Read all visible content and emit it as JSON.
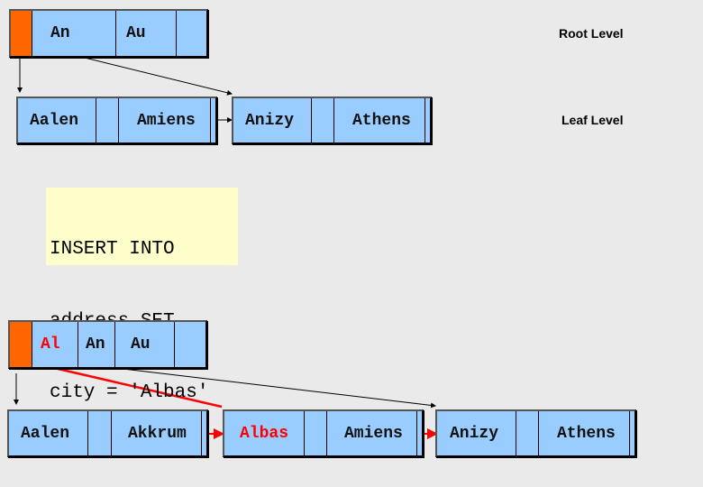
{
  "diagram_title": "B-tree index insert",
  "colors": {
    "node_fill": "#99ccff",
    "pointer_fill": "#ff6600",
    "highlight": "#ff0000",
    "sql_bg": "#ffffcc",
    "background": "#eaeaea"
  },
  "labels": {
    "root_level": "Root Level",
    "leaf_level": "Leaf Level"
  },
  "before": {
    "root": {
      "keys": [
        "An",
        "Au"
      ]
    },
    "leaves": [
      {
        "keys": [
          "Aalen",
          "Amiens"
        ]
      },
      {
        "keys": [
          "Anizy",
          "Athens"
        ]
      }
    ]
  },
  "sql": {
    "lines": [
      "INSERT INTO",
      "address SET",
      "city = 'Albas'"
    ]
  },
  "after": {
    "root": {
      "keys": [
        "Al",
        "An",
        "Au"
      ],
      "new_key": "Al"
    },
    "leaves": [
      {
        "keys": [
          "Aalen",
          "Akkrum"
        ]
      },
      {
        "keys": [
          "Albas",
          "Amiens"
        ],
        "new_key": "Albas"
      },
      {
        "keys": [
          "Anizy",
          "Athens"
        ]
      }
    ]
  }
}
